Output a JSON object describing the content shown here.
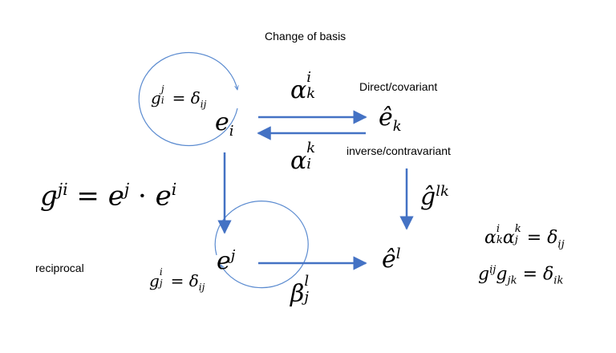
{
  "title": "Change of basis",
  "labels": {
    "direct": "Direct/covariant",
    "inverse": "inverse/contravariant",
    "reciprocal": "reciprocal"
  },
  "nodes": {
    "e_i": {
      "base": "e",
      "sub": "i"
    },
    "hat_e_k": {
      "base": "ê",
      "sub": "k"
    },
    "e_j": {
      "base": "e",
      "sup": "j"
    },
    "hat_e_l": {
      "base": "ê",
      "sup": "l"
    }
  },
  "edges": {
    "alpha_top": {
      "base": "α",
      "sup": "i",
      "sub": "k"
    },
    "alpha_bottom": {
      "base": "α",
      "sup": "k",
      "sub": "i"
    },
    "g_hat": {
      "base": "ĝ",
      "sup": "lk"
    },
    "beta": {
      "base": "β",
      "sup": "l",
      "sub": "j"
    }
  },
  "loops": {
    "top_loop": {
      "lhs_base": "g",
      "lhs_sup": "j",
      "lhs_sub": "i",
      "eq": "=",
      "rhs_base": "δ",
      "rhs_sub": "ij"
    },
    "bottom_loop": {
      "lhs_base": "g",
      "lhs_sup": "i",
      "lhs_sub": "j",
      "eq": "=",
      "rhs_base": "δ",
      "rhs_sub": "ij"
    }
  },
  "equations": {
    "metric": {
      "g": "g",
      "g_sup": "ji",
      "eq": "=",
      "e1": "e",
      "e1_sup": "j",
      "dot": "·",
      "e2": "e",
      "e2_sup": "i"
    },
    "identity1": {
      "a1": "α",
      "a1_sup": "i",
      "a1_sub": "k",
      "a2": "α",
      "a2_sup": "k",
      "a2_sub": "j",
      "eq": "=",
      "d": "δ",
      "d_sub": "ij"
    },
    "identity2": {
      "g1": "g",
      "g1_sup": "ij",
      "g2": "g",
      "g2_sub": "jk",
      "eq": "=",
      "d": "δ",
      "d_sub": "ik"
    }
  },
  "colors": {
    "arrow": "#4472C4",
    "loop": "#5B8BD0",
    "text": "#000000"
  }
}
